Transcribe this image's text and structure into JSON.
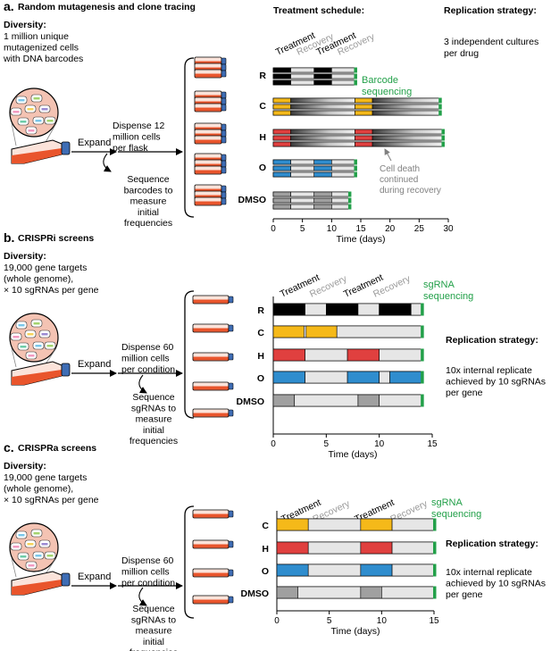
{
  "panels": [
    {
      "letter": "a.",
      "title": "Random mutagenesis and clone tracing",
      "diversity": [
        "Diversity:",
        "1 million unique",
        "mutagenized cells",
        "with DNA barcodes"
      ],
      "expand": "Expand",
      "dispense": [
        "Dispense 12",
        "million cells",
        "per flask"
      ],
      "sequence": [
        "Sequence",
        "barcodes to",
        "measure",
        "initial",
        "frequencies"
      ],
      "schedule_title": "Treatment schedule:",
      "phase_labels": [
        {
          "text": "Treatment",
          "kind": "treat"
        },
        {
          "text": "Recovery",
          "kind": "recover"
        },
        {
          "text": "Treatment",
          "kind": "treat"
        },
        {
          "text": "Recovery",
          "kind": "recover"
        }
      ],
      "replication": [
        "Replication strategy:",
        "",
        "3 independent cultures",
        "per drug"
      ],
      "seq_label": [
        "Barcode",
        "sequencing"
      ],
      "note": [
        "Cell death",
        "continued",
        "during recovery"
      ],
      "xlabel": "Time (days)",
      "ticks": [
        0,
        5,
        10,
        15,
        20,
        25,
        30
      ]
    },
    {
      "letter": "b.",
      "title": "CRISPRi screens",
      "diversity": [
        "Diversity:",
        "19,000 gene targets",
        "(whole genome),",
        "× 10 sgRNAs per gene"
      ],
      "expand": "Expand",
      "dispense": [
        "Dispense 60",
        "million cells",
        "per condition"
      ],
      "sequence": [
        "Sequence",
        "sgRNAs to",
        "measure",
        "initial",
        "frequencies"
      ],
      "phase_labels": [
        {
          "text": "Treatment",
          "kind": "treat"
        },
        {
          "text": "Recovery",
          "kind": "recover"
        },
        {
          "text": "Treatment",
          "kind": "treat"
        },
        {
          "text": "Recovery",
          "kind": "recover"
        }
      ],
      "seq_label": [
        "sgRNA",
        "sequencing"
      ],
      "replication": [
        "Replication strategy:",
        "",
        "10x internal replicate",
        "achieved by 10 sgRNAs",
        "per gene"
      ],
      "xlabel": "Time (days)",
      "ticks": [
        0,
        5,
        10,
        15
      ]
    },
    {
      "letter": "c.",
      "title": "CRISPRa screens",
      "diversity": [
        "Diversity:",
        "19,000 gene targets",
        "(whole genome),",
        "× 10 sgRNAs per gene"
      ],
      "expand": "Expand",
      "dispense": [
        "Dispense 60",
        "million cells",
        "per condition"
      ],
      "sequence": [
        "Sequence",
        "sgRNAs to",
        "measure",
        "initial",
        "frequencies"
      ],
      "phase_labels": [
        {
          "text": "Treatment",
          "kind": "treat"
        },
        {
          "text": "Recovery",
          "kind": "recover"
        },
        {
          "text": "Treatment",
          "kind": "treat"
        },
        {
          "text": "Recovery",
          "kind": "recover"
        }
      ],
      "seq_label": [
        "sgRNA",
        "sequencing"
      ],
      "replication": [
        "Replication strategy:",
        "",
        "10x internal replicate",
        "achieved by 10 sgRNAs",
        "per gene"
      ],
      "xlabel": "Time (days)",
      "ticks": [
        0,
        5,
        10,
        15
      ]
    }
  ],
  "colors": {
    "R": "#000000",
    "C": "#f5b919",
    "H": "#e0403f",
    "O": "#2f8dce",
    "DMSO": "#a0a0a0",
    "recovery_bar": "#e6e6e6",
    "sequencing": "#22a049",
    "flask_body": "#e9552c",
    "flask_cap": "#3e6db5"
  },
  "chart_data": [
    {
      "type": "gantt",
      "panel": "a",
      "xlabel": "Time (days)",
      "xlim": [
        0,
        30
      ],
      "conditions": [
        {
          "name": "R",
          "replicates": 3,
          "end": 14,
          "segments": [
            {
              "drug": true,
              "start": 0,
              "end": 3
            },
            {
              "drug": false,
              "start": 3,
              "end": 7
            },
            {
              "drug": true,
              "start": 7,
              "end": 10
            },
            {
              "drug": false,
              "start": 10,
              "end": 14
            }
          ]
        },
        {
          "name": "C",
          "replicates": 3,
          "end": 28.5,
          "segments": [
            {
              "drug": true,
              "start": 0,
              "end": 3
            },
            {
              "drug": false,
              "start": 3,
              "end": 14,
              "death": true
            },
            {
              "drug": true,
              "start": 14,
              "end": 17
            },
            {
              "drug": false,
              "start": 17,
              "end": 28.5,
              "death": true
            }
          ]
        },
        {
          "name": "H",
          "replicates": 3,
          "end": 29,
          "segments": [
            {
              "drug": true,
              "start": 0,
              "end": 3
            },
            {
              "drug": false,
              "start": 3,
              "end": 14,
              "death": true
            },
            {
              "drug": true,
              "start": 14,
              "end": 17
            },
            {
              "drug": false,
              "start": 17,
              "end": 29,
              "death": true
            }
          ]
        },
        {
          "name": "O",
          "replicates": 3,
          "end": 14,
          "segments": [
            {
              "drug": true,
              "start": 0,
              "end": 3
            },
            {
              "drug": false,
              "start": 3,
              "end": 7
            },
            {
              "drug": true,
              "start": 7,
              "end": 10
            },
            {
              "drug": false,
              "start": 10,
              "end": 14
            }
          ]
        },
        {
          "name": "DMSO",
          "replicates": 3,
          "end": 13,
          "segments": [
            {
              "drug": true,
              "start": 0,
              "end": 3
            },
            {
              "drug": false,
              "start": 3,
              "end": 7
            },
            {
              "drug": true,
              "start": 7,
              "end": 10
            },
            {
              "drug": false,
              "start": 10,
              "end": 13
            }
          ]
        }
      ]
    },
    {
      "type": "gantt",
      "panel": "b",
      "xlabel": "Time (days)",
      "xlim": [
        0,
        15
      ],
      "conditions": [
        {
          "name": "R",
          "replicates": 1,
          "end": 14,
          "segments": [
            {
              "drug": true,
              "start": 0,
              "end": 3
            },
            {
              "drug": false,
              "start": 3,
              "end": 5
            },
            {
              "drug": true,
              "start": 5,
              "end": 8
            },
            {
              "drug": false,
              "start": 8,
              "end": 10
            },
            {
              "drug": true,
              "start": 10,
              "end": 13
            },
            {
              "drug": false,
              "start": 13,
              "end": 14
            }
          ]
        },
        {
          "name": "C",
          "replicates": 1,
          "end": 14,
          "segments": [
            {
              "drug": true,
              "start": 0,
              "end": 2.9
            },
            {
              "drug": true,
              "start": 3.1,
              "end": 6
            },
            {
              "drug": false,
              "start": 6,
              "end": 14
            }
          ]
        },
        {
          "name": "H",
          "replicates": 1,
          "end": 14,
          "segments": [
            {
              "drug": true,
              "start": 0,
              "end": 3
            },
            {
              "drug": false,
              "start": 3,
              "end": 7
            },
            {
              "drug": true,
              "start": 7,
              "end": 10
            },
            {
              "drug": false,
              "start": 10,
              "end": 14
            }
          ]
        },
        {
          "name": "O",
          "replicates": 1,
          "end": 14,
          "segments": [
            {
              "drug": true,
              "start": 0,
              "end": 3
            },
            {
              "drug": false,
              "start": 3,
              "end": 7
            },
            {
              "drug": true,
              "start": 7,
              "end": 10
            },
            {
              "drug": false,
              "start": 10,
              "end": 11
            },
            {
              "drug": true,
              "start": 11,
              "end": 14
            }
          ]
        },
        {
          "name": "DMSO",
          "replicates": 1,
          "end": 14,
          "segments": [
            {
              "drug": true,
              "start": 0,
              "end": 2
            },
            {
              "drug": false,
              "start": 2,
              "end": 8
            },
            {
              "drug": true,
              "start": 8,
              "end": 10
            },
            {
              "drug": false,
              "start": 10,
              "end": 14
            }
          ]
        }
      ]
    },
    {
      "type": "gantt",
      "panel": "c",
      "xlabel": "Time (days)",
      "xlim": [
        0,
        15
      ],
      "conditions": [
        {
          "name": "C",
          "replicates": 1,
          "end": 15,
          "segments": [
            {
              "drug": true,
              "start": 0,
              "end": 3
            },
            {
              "drug": false,
              "start": 3,
              "end": 8
            },
            {
              "drug": true,
              "start": 8,
              "end": 11
            },
            {
              "drug": false,
              "start": 11,
              "end": 15
            }
          ]
        },
        {
          "name": "H",
          "replicates": 1,
          "end": 15,
          "segments": [
            {
              "drug": true,
              "start": 0,
              "end": 3
            },
            {
              "drug": false,
              "start": 3,
              "end": 8
            },
            {
              "drug": true,
              "start": 8,
              "end": 11
            },
            {
              "drug": false,
              "start": 11,
              "end": 15
            }
          ]
        },
        {
          "name": "O",
          "replicates": 1,
          "end": 15,
          "segments": [
            {
              "drug": true,
              "start": 0,
              "end": 3
            },
            {
              "drug": false,
              "start": 3,
              "end": 8
            },
            {
              "drug": true,
              "start": 8,
              "end": 11
            },
            {
              "drug": false,
              "start": 11,
              "end": 15
            }
          ]
        },
        {
          "name": "DMSO",
          "replicates": 1,
          "end": 15,
          "segments": [
            {
              "drug": true,
              "start": 0,
              "end": 2
            },
            {
              "drug": false,
              "start": 2,
              "end": 8
            },
            {
              "drug": true,
              "start": 8,
              "end": 10
            },
            {
              "drug": false,
              "start": 10,
              "end": 15
            }
          ]
        }
      ]
    }
  ]
}
